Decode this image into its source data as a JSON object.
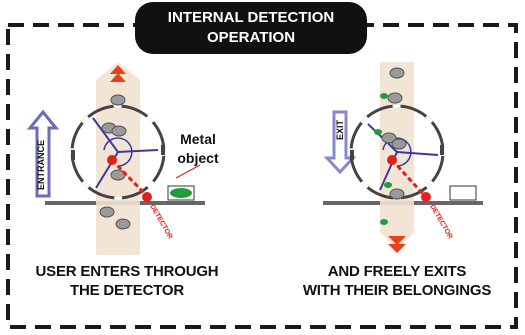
{
  "title": {
    "line1": "INTERNAL DETECTION",
    "line2": "OPERATION"
  },
  "left_panel": {
    "side_label": "ENTRANCE",
    "object_label_line1": "Metal",
    "object_label_line2": "object",
    "detector_label": "DETECTOR",
    "caption_line1": "USER ENTERS THROUGH",
    "caption_line2": "THE DETECTOR"
  },
  "right_panel": {
    "side_label": "EXIT",
    "detector_label": "DETECTOR",
    "caption_line1": "AND FREELY EXITS",
    "caption_line2": "WITH THEIR BELONGINGS"
  },
  "colors": {
    "title_bg": "#111111",
    "frame": "#1a1a1a",
    "path_beam": "#f2e2d0",
    "arrow_red": "#e8401c",
    "detector_red": "#e0201a",
    "entrance_blue": "#6b6bb8",
    "exit_blue": "#8888d0",
    "object_green": "#1f9e3a",
    "rotor_blue": "#3a3aa0"
  }
}
